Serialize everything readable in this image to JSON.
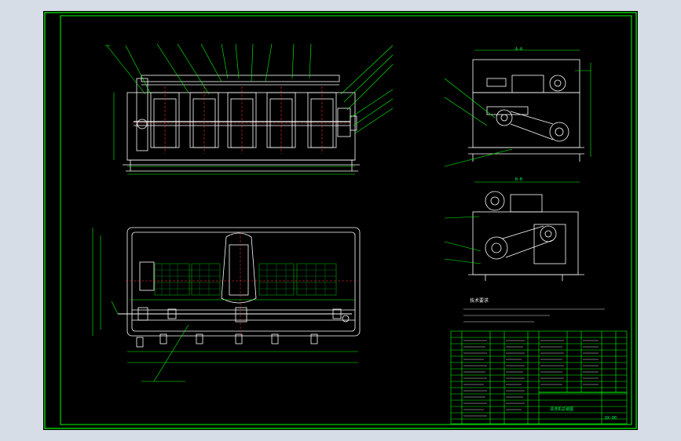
{
  "drawing": {
    "top_view_title": "A-A",
    "side_view_title": "B-B",
    "notes_title": "技术要求",
    "notes_lines": [
      "1.装配前所有零件应清洗干净,密封件及轴承处不得有杂质,运转灵活,无卡滞现象。",
      "2.装配后 各运动部件 运转平稳 无异常噪声。"
    ],
    "titleblock_name": "清洗机总装图",
    "titleblock_code": "QX-00"
  },
  "colors": {
    "background": "#000000",
    "frame": "#00ff00",
    "linework": "#ffffff",
    "hidden": "#ff3030",
    "leader": "#00ff00",
    "fill_grid": "#00ff00"
  }
}
